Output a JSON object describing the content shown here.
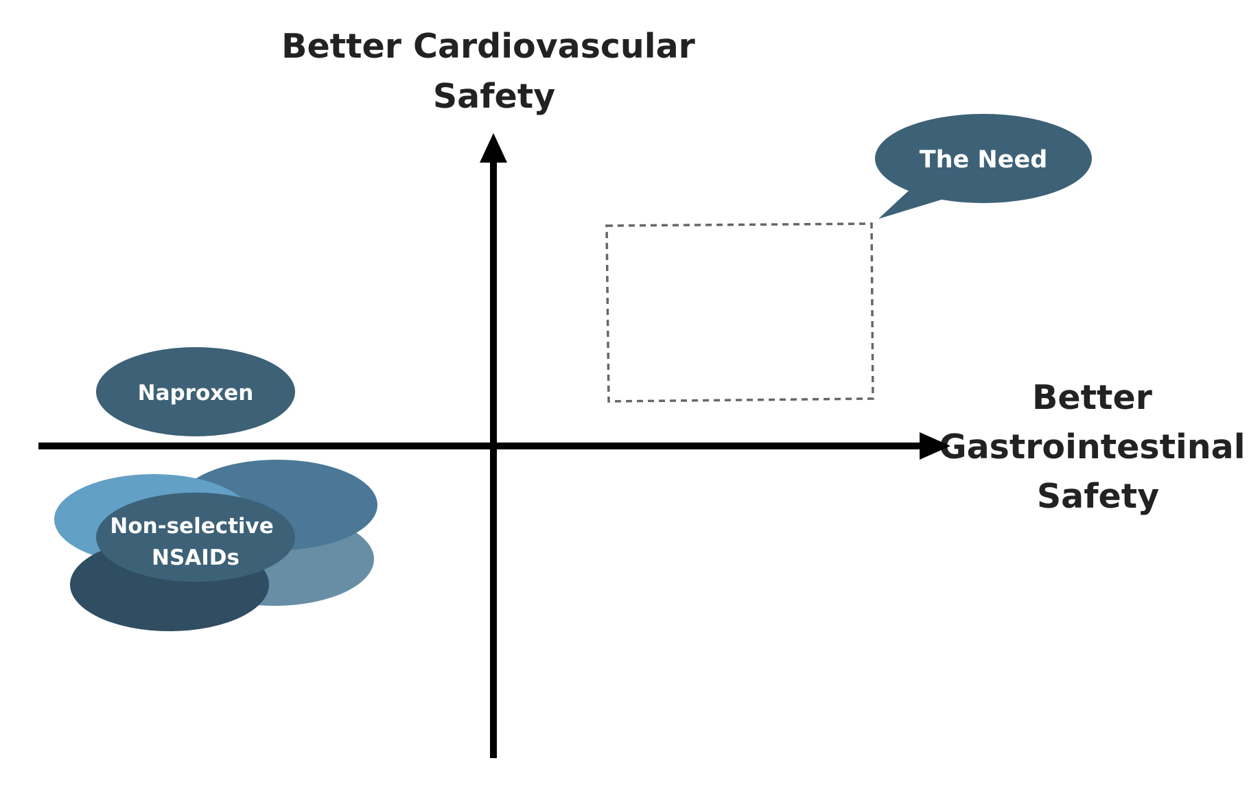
{
  "axes": {
    "y_title": [
      "Better Cardiovascular",
      "Safety"
    ],
    "x_title": [
      "Better",
      "Gastrointestinal",
      "Safety"
    ]
  },
  "callout": {
    "label": "The Need"
  },
  "drugs": {
    "naproxen": "Naproxen",
    "nonselective": [
      "Non-selective",
      "NSAIDs"
    ]
  },
  "colors": {
    "axis": "#000000",
    "bubble_primary": "#3d6177",
    "bubble_dark": "#2f4e62",
    "bubble_mid": "#4a7896",
    "bubble_light": "#62a0c6",
    "bubble_muted": "#678ea5",
    "target_border": "#666666",
    "text": "#222222"
  }
}
